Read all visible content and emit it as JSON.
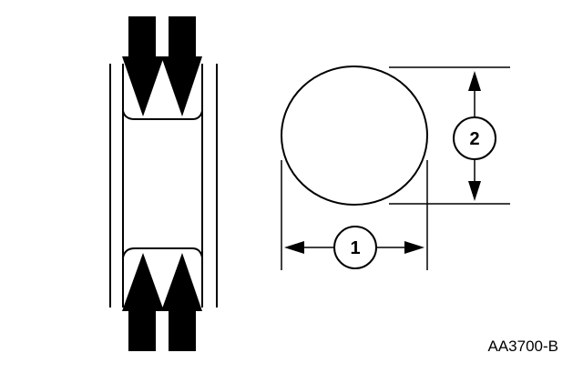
{
  "figure_id": "AA3700-B",
  "callouts": {
    "width": "1",
    "height": "2"
  },
  "colors": {
    "ink": "#000000",
    "paper": "#ffffff"
  }
}
